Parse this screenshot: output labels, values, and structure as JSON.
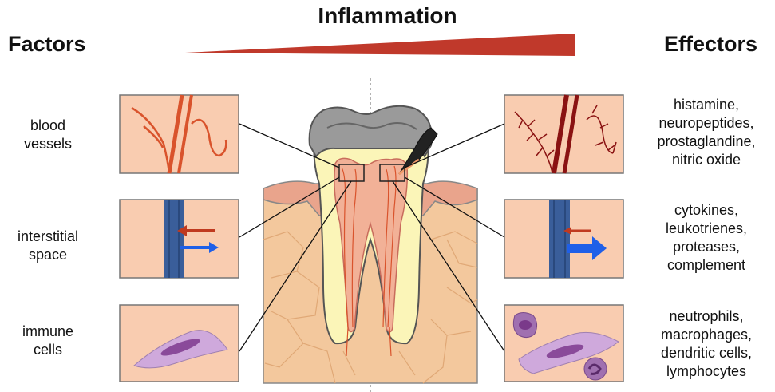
{
  "title": "Inflammation",
  "left_header": "Factors",
  "right_header": "Effectors",
  "factors": [
    {
      "line1": "blood",
      "line2": "vessels"
    },
    {
      "line1": "interstitial",
      "line2": "space"
    },
    {
      "line1": "immune",
      "line2": "cells"
    }
  ],
  "effectors": [
    [
      "histamine,",
      "neuropeptides,",
      "prostaglandine,",
      "nitric oxide"
    ],
    [
      "cytokines,",
      "leukotrienes,",
      "proteases,",
      "complement"
    ],
    [
      "neutrophils,",
      "macrophages,",
      "dendritic cells,",
      "lymphocytes"
    ]
  ],
  "colors": {
    "wedge": "#c0392b",
    "panel_fill": "#f9ccb0",
    "gum": "#e9a48c",
    "bone": "#f3c89d",
    "dentin": "#fbf5b8",
    "enamel": "#9a9a9a",
    "vessel": "#d9532c",
    "vessel_dark": "#8a1212",
    "cell": "#cfa9dc",
    "nucleus": "#8a4a9a",
    "arrow_red": "#c0391f",
    "arrow_blue": "#1f5fe8"
  }
}
